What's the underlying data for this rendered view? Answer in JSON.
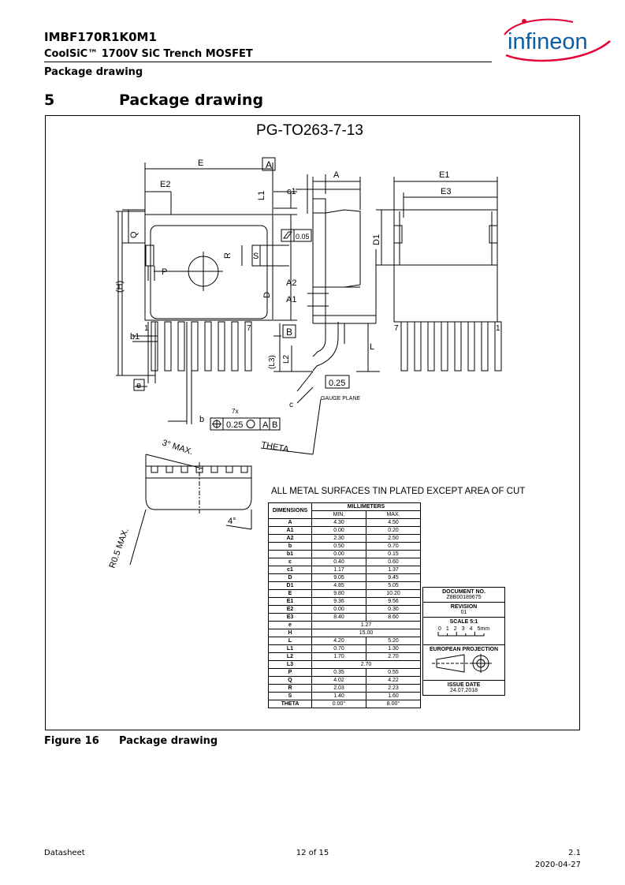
{
  "header": {
    "part_number": "IMBF170R1K0M1",
    "subtitle": "CoolSiC™ 1700V SiC Trench MOSFET",
    "section": "Package drawing",
    "logo_text": "infineon"
  },
  "section": {
    "number": "5",
    "title": "Package drawing"
  },
  "drawing": {
    "package_title": "PG-TO263-7-13",
    "note": "ALL METAL SURFACES TIN PLATED EXCEPT AREA OF CUT",
    "labels": {
      "E": "E",
      "E2": "E2",
      "A_box": "A",
      "L1": "L1",
      "Q": "Q",
      "R": "R",
      "S": "S",
      "P": "P",
      "H": "(H)",
      "D": "D",
      "b1": "b1",
      "e": "e",
      "b": "b",
      "pin1": "1",
      "pin7": "7",
      "seven_x": "7x",
      "tolerance": "0.25",
      "datum_a": "A",
      "datum_b": "B",
      "A": "A",
      "c1": "c1",
      "flatness": "0.05",
      "A2": "A2",
      "A1": "A1",
      "B_box": "B",
      "L3": "(L3)",
      "L2": "L2",
      "L": "L",
      "gauge_value": "0.25",
      "gauge_plane": "GAUGE PLANE",
      "c": "c",
      "theta": "THETA",
      "E1": "E1",
      "E3": "E3",
      "D1": "D1",
      "pin7_r": "7",
      "pin1_r": "1",
      "three_deg": "3° MAX.",
      "four_deg": "4°",
      "r05": "R0.5 MAX."
    }
  },
  "dimensions_table": {
    "header_dims": "DIMENSIONS",
    "header_mm": "MILLIMETERS",
    "header_min": "MIN.",
    "header_max": "MAX.",
    "rows": [
      {
        "dim": "A",
        "min": "4.30",
        "max": "4.50"
      },
      {
        "dim": "A1",
        "min": "0.00",
        "max": "0.20"
      },
      {
        "dim": "A2",
        "min": "2.30",
        "max": "2.50"
      },
      {
        "dim": "b",
        "min": "0.50",
        "max": "0.70"
      },
      {
        "dim": "b1",
        "min": "0.00",
        "max": "0.15"
      },
      {
        "dim": "c",
        "min": "0.40",
        "max": "0.60"
      },
      {
        "dim": "c1",
        "min": "1.17",
        "max": "1.37"
      },
      {
        "dim": "D",
        "min": "9.05",
        "max": "9.45"
      },
      {
        "dim": "D1",
        "min": "4.85",
        "max": "5.05"
      },
      {
        "dim": "E",
        "min": "9.80",
        "max": "10.20"
      },
      {
        "dim": "E1",
        "min": "9.36",
        "max": "9.56"
      },
      {
        "dim": "E2",
        "min": "0.00",
        "max": "0.30"
      },
      {
        "dim": "E3",
        "min": "8.40",
        "max": "8.60"
      },
      {
        "dim": "e",
        "nom": "1.27"
      },
      {
        "dim": "H",
        "nom": "15.00"
      },
      {
        "dim": "L",
        "min": "4.20",
        "max": "5.20"
      },
      {
        "dim": "L1",
        "min": "0.70",
        "max": "1.30"
      },
      {
        "dim": "L2",
        "min": "1.70",
        "max": "2.70"
      },
      {
        "dim": "L3",
        "nom": "2.70"
      },
      {
        "dim": "P",
        "min": "0.35",
        "max": "0.55"
      },
      {
        "dim": "Q",
        "min": "4.02",
        "max": "4.22"
      },
      {
        "dim": "R",
        "min": "2.03",
        "max": "2.23"
      },
      {
        "dim": "S",
        "min": "1.40",
        "max": "1.60"
      },
      {
        "dim": "THETA",
        "min": "0.00°",
        "max": "8.00°"
      }
    ]
  },
  "title_block": {
    "doc_label": "DOCUMENT NO.",
    "doc_value": "Z8B00189675",
    "rev_label": "REVISION",
    "rev_value": "01",
    "scale_label": "SCALE 5:1",
    "scale_ticks": [
      "0",
      "1",
      "2",
      "3",
      "4",
      "5mm"
    ],
    "projection_label": "EUROPEAN PROJECTION",
    "issue_label": "ISSUE DATE",
    "issue_value": "24.07.2018"
  },
  "figure": {
    "number": "Figure 16",
    "title": "Package drawing"
  },
  "footer": {
    "left": "Datasheet",
    "page": "12 of 15",
    "revision": "2.1",
    "date": "2020-04-27"
  }
}
